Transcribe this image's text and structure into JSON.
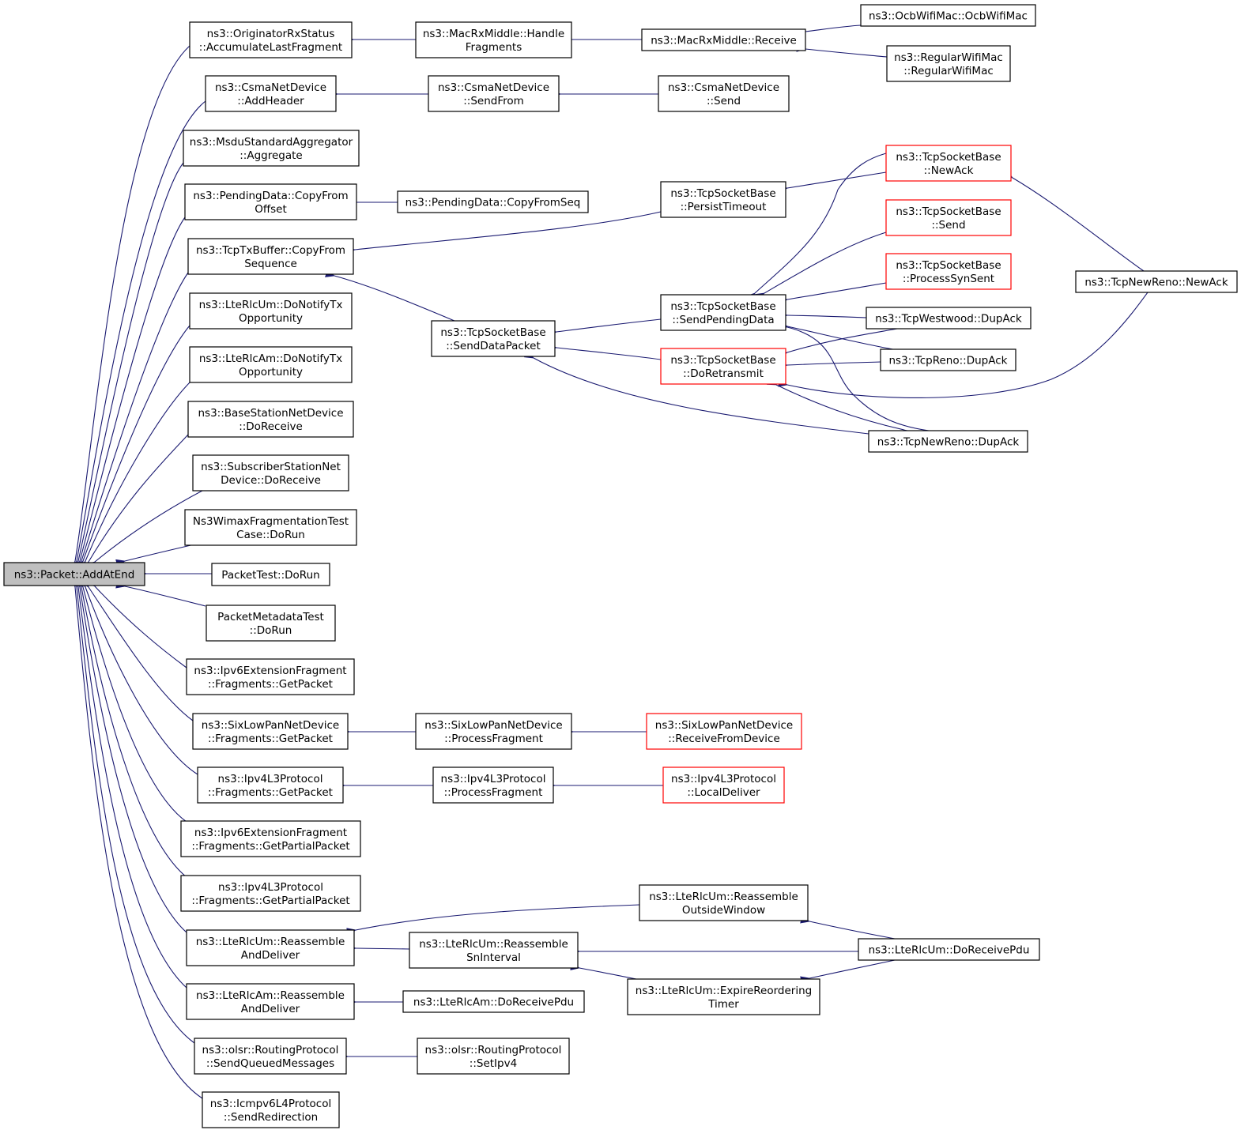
{
  "diagram": {
    "colors": {
      "edge": "#191970",
      "arrowhead": "#191970",
      "focus_fill": "#bfbfbf",
      "node_fill": "#ffffff",
      "node_border": "#000000",
      "truncated_border": "#ff0000"
    },
    "nodes": [
      {
        "id": "n0",
        "label": [
          "ns3::Packet::AddAtEnd"
        ],
        "style": "focus"
      },
      {
        "id": "n1",
        "label": [
          "ns3::OriginatorRxStatus",
          "::AccumulateLastFragment"
        ]
      },
      {
        "id": "n2",
        "label": [
          "ns3::CsmaNetDevice",
          "::AddHeader"
        ]
      },
      {
        "id": "n3",
        "label": [
          "ns3::MsduStandardAggregator",
          "::Aggregate"
        ]
      },
      {
        "id": "n4",
        "label": [
          "ns3::PendingData::CopyFrom",
          "Offset"
        ]
      },
      {
        "id": "n5",
        "label": [
          "ns3::TcpTxBuffer::CopyFrom",
          "Sequence"
        ]
      },
      {
        "id": "n6",
        "label": [
          "ns3::LteRlcUm::DoNotifyTx",
          "Opportunity"
        ]
      },
      {
        "id": "n7",
        "label": [
          "ns3::LteRlcAm::DoNotifyTx",
          "Opportunity"
        ]
      },
      {
        "id": "n8",
        "label": [
          "ns3::BaseStationNetDevice",
          "::DoReceive"
        ]
      },
      {
        "id": "n9",
        "label": [
          "ns3::SubscriberStationNet",
          "Device::DoReceive"
        ]
      },
      {
        "id": "n10",
        "label": [
          "Ns3WimaxFragmentationTest",
          "Case::DoRun"
        ]
      },
      {
        "id": "n11",
        "label": [
          "PacketTest::DoRun"
        ]
      },
      {
        "id": "n12",
        "label": [
          "PacketMetadataTest",
          "::DoRun"
        ]
      },
      {
        "id": "n13",
        "label": [
          "ns3::Ipv6ExtensionFragment",
          "::Fragments::GetPacket"
        ]
      },
      {
        "id": "n14",
        "label": [
          "ns3::SixLowPanNetDevice",
          "::Fragments::GetPacket"
        ]
      },
      {
        "id": "n15",
        "label": [
          "ns3::Ipv4L3Protocol",
          "::Fragments::GetPacket"
        ]
      },
      {
        "id": "n16",
        "label": [
          "ns3::Ipv6ExtensionFragment",
          "::Fragments::GetPartialPacket"
        ]
      },
      {
        "id": "n17",
        "label": [
          "ns3::Ipv4L3Protocol",
          "::Fragments::GetPartialPacket"
        ]
      },
      {
        "id": "n18",
        "label": [
          "ns3::LteRlcUm::Reassemble",
          "AndDeliver"
        ]
      },
      {
        "id": "n19",
        "label": [
          "ns3::LteRlcAm::Reassemble",
          "AndDeliver"
        ]
      },
      {
        "id": "n20",
        "label": [
          "ns3::olsr::RoutingProtocol",
          "::SendQueuedMessages"
        ]
      },
      {
        "id": "n21",
        "label": [
          "ns3::Icmpv6L4Protocol",
          "::SendRedirection"
        ]
      },
      {
        "id": "n22",
        "label": [
          "ns3::MacRxMiddle::Handle",
          "Fragments"
        ]
      },
      {
        "id": "n23",
        "label": [
          "ns3::MacRxMiddle::Receive"
        ]
      },
      {
        "id": "n24",
        "label": [
          "ns3::OcbWifiMac::OcbWifiMac"
        ]
      },
      {
        "id": "n25",
        "label": [
          "ns3::RegularWifiMac",
          "::RegularWifiMac"
        ]
      },
      {
        "id": "n26",
        "label": [
          "ns3::CsmaNetDevice",
          "::SendFrom"
        ]
      },
      {
        "id": "n27",
        "label": [
          "ns3::CsmaNetDevice",
          "::Send"
        ]
      },
      {
        "id": "n28",
        "label": [
          "ns3::PendingData::CopyFromSeq"
        ]
      },
      {
        "id": "n29",
        "label": [
          "ns3::TcpSocketBase",
          "::PersistTimeout"
        ]
      },
      {
        "id": "n30",
        "label": [
          "ns3::TcpSocketBase",
          "::SendDataPacket"
        ]
      },
      {
        "id": "n31",
        "label": [
          "ns3::TcpSocketBase",
          "::SendPendingData"
        ]
      },
      {
        "id": "n32",
        "label": [
          "ns3::TcpSocketBase",
          "::DoRetransmit"
        ],
        "style": "truncated"
      },
      {
        "id": "n33",
        "label": [
          "ns3::TcpSocketBase",
          "::NewAck"
        ],
        "style": "truncated"
      },
      {
        "id": "n34",
        "label": [
          "ns3::TcpSocketBase",
          "::Send"
        ],
        "style": "truncated"
      },
      {
        "id": "n35",
        "label": [
          "ns3::TcpSocketBase",
          "::ProcessSynSent"
        ],
        "style": "truncated"
      },
      {
        "id": "n36",
        "label": [
          "ns3::TcpWestwood::DupAck"
        ]
      },
      {
        "id": "n37",
        "label": [
          "ns3::TcpReno::DupAck"
        ]
      },
      {
        "id": "n38",
        "label": [
          "ns3::TcpNewReno::DupAck"
        ]
      },
      {
        "id": "n39",
        "label": [
          "ns3::TcpNewReno::NewAck"
        ]
      },
      {
        "id": "n40",
        "label": [
          "ns3::SixLowPanNetDevice",
          "::ProcessFragment"
        ]
      },
      {
        "id": "n41",
        "label": [
          "ns3::SixLowPanNetDevice",
          "::ReceiveFromDevice"
        ],
        "style": "truncated"
      },
      {
        "id": "n42",
        "label": [
          "ns3::Ipv4L3Protocol",
          "::ProcessFragment"
        ]
      },
      {
        "id": "n43",
        "label": [
          "ns3::Ipv4L3Protocol",
          "::LocalDeliver"
        ],
        "style": "truncated"
      },
      {
        "id": "n44",
        "label": [
          "ns3::LteRlcUm::Reassemble",
          "OutsideWindow"
        ]
      },
      {
        "id": "n45",
        "label": [
          "ns3::LteRlcUm::Reassemble",
          "SnInterval"
        ]
      },
      {
        "id": "n46",
        "label": [
          "ns3::LteRlcUm::ExpireReordering",
          "Timer"
        ]
      },
      {
        "id": "n47",
        "label": [
          "ns3::LteRlcUm::DoReceivePdu"
        ]
      },
      {
        "id": "n48",
        "label": [
          "ns3::LteRlcAm::DoReceivePdu"
        ]
      },
      {
        "id": "n49",
        "label": [
          "ns3::olsr::RoutingProtocol",
          "::SetIpv4"
        ]
      }
    ],
    "edges": [
      {
        "from": "n1",
        "to": "n0"
      },
      {
        "from": "n2",
        "to": "n0"
      },
      {
        "from": "n3",
        "to": "n0"
      },
      {
        "from": "n4",
        "to": "n0"
      },
      {
        "from": "n5",
        "to": "n0"
      },
      {
        "from": "n6",
        "to": "n0"
      },
      {
        "from": "n7",
        "to": "n0"
      },
      {
        "from": "n8",
        "to": "n0"
      },
      {
        "from": "n9",
        "to": "n0"
      },
      {
        "from": "n10",
        "to": "n0"
      },
      {
        "from": "n11",
        "to": "n0"
      },
      {
        "from": "n12",
        "to": "n0"
      },
      {
        "from": "n13",
        "to": "n0"
      },
      {
        "from": "n14",
        "to": "n0"
      },
      {
        "from": "n15",
        "to": "n0"
      },
      {
        "from": "n16",
        "to": "n0"
      },
      {
        "from": "n17",
        "to": "n0"
      },
      {
        "from": "n18",
        "to": "n0"
      },
      {
        "from": "n19",
        "to": "n0"
      },
      {
        "from": "n20",
        "to": "n0"
      },
      {
        "from": "n21",
        "to": "n0"
      },
      {
        "from": "n22",
        "to": "n1"
      },
      {
        "from": "n23",
        "to": "n22"
      },
      {
        "from": "n24",
        "to": "n23"
      },
      {
        "from": "n25",
        "to": "n23"
      },
      {
        "from": "n26",
        "to": "n2"
      },
      {
        "from": "n27",
        "to": "n26"
      },
      {
        "from": "n28",
        "to": "n4"
      },
      {
        "from": "n29",
        "to": "n5"
      },
      {
        "from": "n30",
        "to": "n5"
      },
      {
        "from": "n33",
        "to": "n29"
      },
      {
        "from": "n31",
        "to": "n30"
      },
      {
        "from": "n32",
        "to": "n30"
      },
      {
        "from": "n38",
        "to": "n30"
      },
      {
        "from": "n33",
        "to": "n31"
      },
      {
        "from": "n34",
        "to": "n31"
      },
      {
        "from": "n35",
        "to": "n31"
      },
      {
        "from": "n36",
        "to": "n31"
      },
      {
        "from": "n37",
        "to": "n31"
      },
      {
        "from": "n38",
        "to": "n31"
      },
      {
        "from": "n36",
        "to": "n32"
      },
      {
        "from": "n37",
        "to": "n32"
      },
      {
        "from": "n38",
        "to": "n32"
      },
      {
        "from": "n39",
        "to": "n32"
      },
      {
        "from": "n39",
        "to": "n33"
      },
      {
        "from": "n40",
        "to": "n14"
      },
      {
        "from": "n41",
        "to": "n40"
      },
      {
        "from": "n42",
        "to": "n15"
      },
      {
        "from": "n43",
        "to": "n42"
      },
      {
        "from": "n44",
        "to": "n18"
      },
      {
        "from": "n45",
        "to": "n18"
      },
      {
        "from": "n47",
        "to": "n44"
      },
      {
        "from": "n47",
        "to": "n45"
      },
      {
        "from": "n46",
        "to": "n45"
      },
      {
        "from": "n47",
        "to": "n46"
      },
      {
        "from": "n48",
        "to": "n19"
      },
      {
        "from": "n49",
        "to": "n20"
      }
    ]
  }
}
